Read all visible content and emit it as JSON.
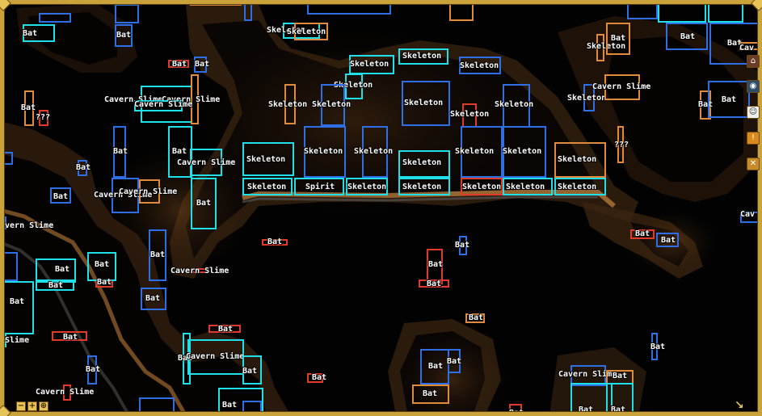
{
  "colors": {
    "cyan": "#1fe0e8",
    "blue": "#2f6fe6",
    "orange": "#e08a3c",
    "red": "#e03a2a",
    "frame_gold": "#c9a33a"
  },
  "labels": {
    "bat": "Bat",
    "skeleton": "Skeleton",
    "cavern_slime": "Cavern Slime",
    "spirit": "Spirit",
    "unknown": "???",
    "cavern_slime_cut_right": "Cav",
    "cavern_slime_cut_left": "avern Slime",
    "slime_cut_left": "Slime",
    "t_cut_left": "t",
    "bat_cut_bottom": "Bat"
  },
  "controls": {
    "zoom_out": "−",
    "zoom_in": "+",
    "zoom_reset": "⊕",
    "expand_icon": "↘"
  },
  "side_icons": [
    "housing-icon",
    "camera-icon",
    "emote-icon",
    "quest-icon",
    "bestiary-icon"
  ]
}
